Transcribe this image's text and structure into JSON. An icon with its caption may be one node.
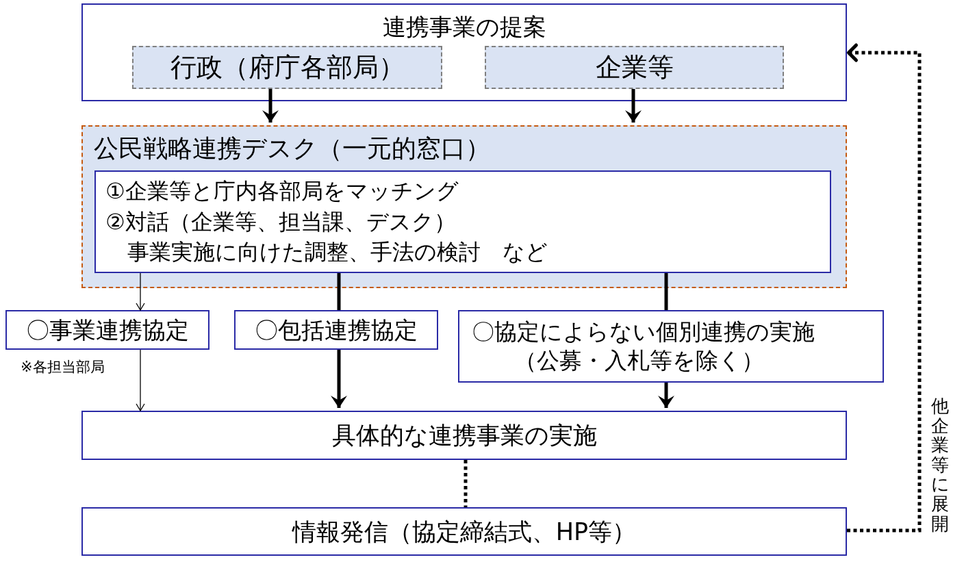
{
  "diagram": {
    "nodes": [
      {
        "text": [
          "連携事業の提案"
        ]
      },
      {
        "text": [
          "行政（府庁各部局）"
        ],
        "in": 0
      },
      {
        "text": [
          "企業等"
        ],
        "in": 0
      },
      {
        "text": [
          "公民戦略連携デスク（一元的窓口）"
        ]
      },
      {
        "text": [
          "①企業等と庁内各部局をマッチング",
          "②対話（企業等、担当課、デスク）",
          "事業実施に向けた調整、手法の検討　など"
        ],
        "in": 3
      },
      {
        "text": [
          "〇事業連携協定"
        ]
      },
      {
        "text": [
          "〇包括連携協定"
        ]
      },
      {
        "text": [
          "〇協定によらない個別連携の実施",
          "（公募・入札等を除く）"
        ]
      },
      {
        "text": [
          "具体的な連携事業の実施"
        ]
      },
      {
        "text": [
          "情報発信（協定締結式、HP等）"
        ]
      }
    ],
    "edges": [
      {
        "from": 1,
        "to": 3,
        "arrow": "to"
      },
      {
        "from": 2,
        "to": 3,
        "arrow": "to"
      },
      {
        "from": 4,
        "to": 5,
        "arrow": "to"
      },
      {
        "from": 4,
        "to": 6,
        "arrow": "none"
      },
      {
        "from": 4,
        "to": 7,
        "arrow": "none"
      },
      {
        "from": 5,
        "to": 8,
        "arrow": "to"
      },
      {
        "from": 6,
        "to": 8,
        "arrow": "to"
      },
      {
        "from": 7,
        "to": 8,
        "arrow": "to"
      },
      {
        "from": 8,
        "to": 9,
        "arrow": "none",
        "style": "dashed"
      },
      {
        "from": 9,
        "to": 0,
        "arrow": "to",
        "style": "dashed",
        "label": "他企業等に展開"
      }
    ],
    "labels": [
      "※各担当部局"
    ]
  }
}
